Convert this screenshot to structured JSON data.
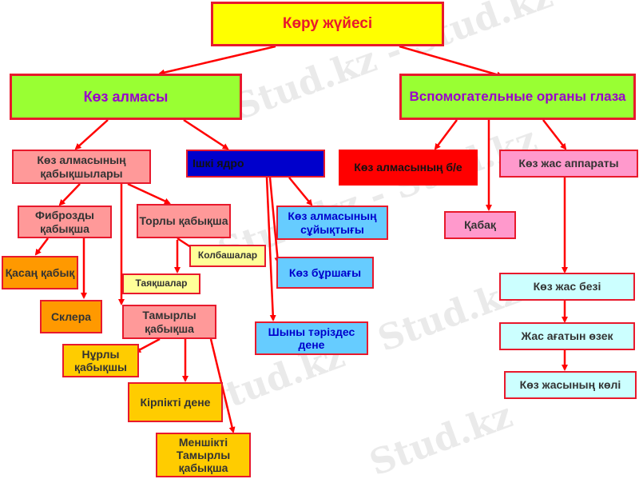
{
  "watermark": "Stud.kz",
  "watermark_repeat": "Stud.kz - Stud.kz",
  "colors": {
    "border": "#e8192c",
    "arrow": "#ff0000"
  },
  "nodes": {
    "root": "Көру жүйесі",
    "eyeball": "Көз алмасы",
    "auxiliary": "Вспомогательные органы глаза",
    "membranes": "Көз алмасының қабықшылары",
    "inner_core": "Ішкі ядро",
    "eye_muscles": "Көз алмасының б/е",
    "lacrimal_apparatus": "Көз жас аппараты",
    "fibrous": "Фиброзды қабықша",
    "retina": "Торлы қабықша",
    "aqueous": "Көз алмасының сұйықтығы",
    "eyelid": "Қабақ",
    "cornea": "Қасаң қабық",
    "cones": "Колбашалар",
    "lens": "Көз бұршағы",
    "rods": "Таяқшалар",
    "lacrimal_gland": "Көз жас безі",
    "sclera": "Склера",
    "vascular": "Тамырлы қабықша",
    "vitreous": "Шыны тәріздес дене",
    "tear_duct": "Жас ағатын өзек",
    "iris": "Нұрлы қабықшы",
    "ciliary": "Кірпікті дене",
    "lacrimal_lake": "Көз жасының көлі",
    "choroid": "Меншікті Тамырлы қабықша"
  }
}
